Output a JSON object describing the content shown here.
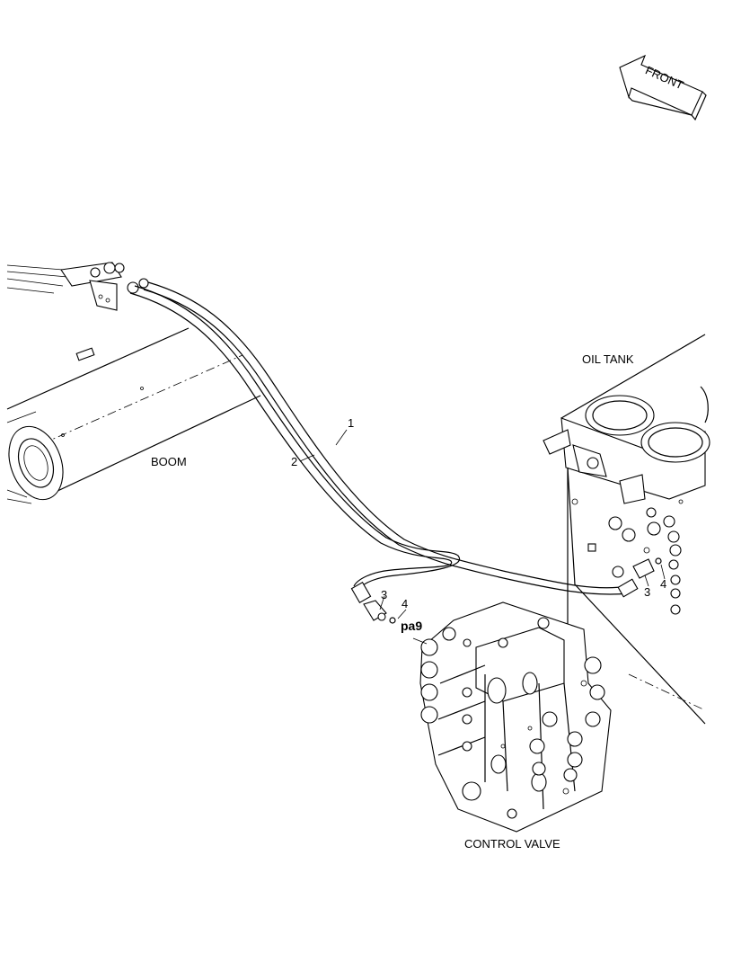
{
  "labels": {
    "front": "FRONT",
    "oil_tank": "OIL TANK",
    "boom": "BOOM",
    "control_valve": "CONTROL VALVE",
    "callout_1": "1",
    "callout_2": "2",
    "callout_3_left": "3",
    "callout_4_left": "4",
    "callout_3_right": "3",
    "callout_4_right": "4",
    "port_pa9": "pa9"
  }
}
